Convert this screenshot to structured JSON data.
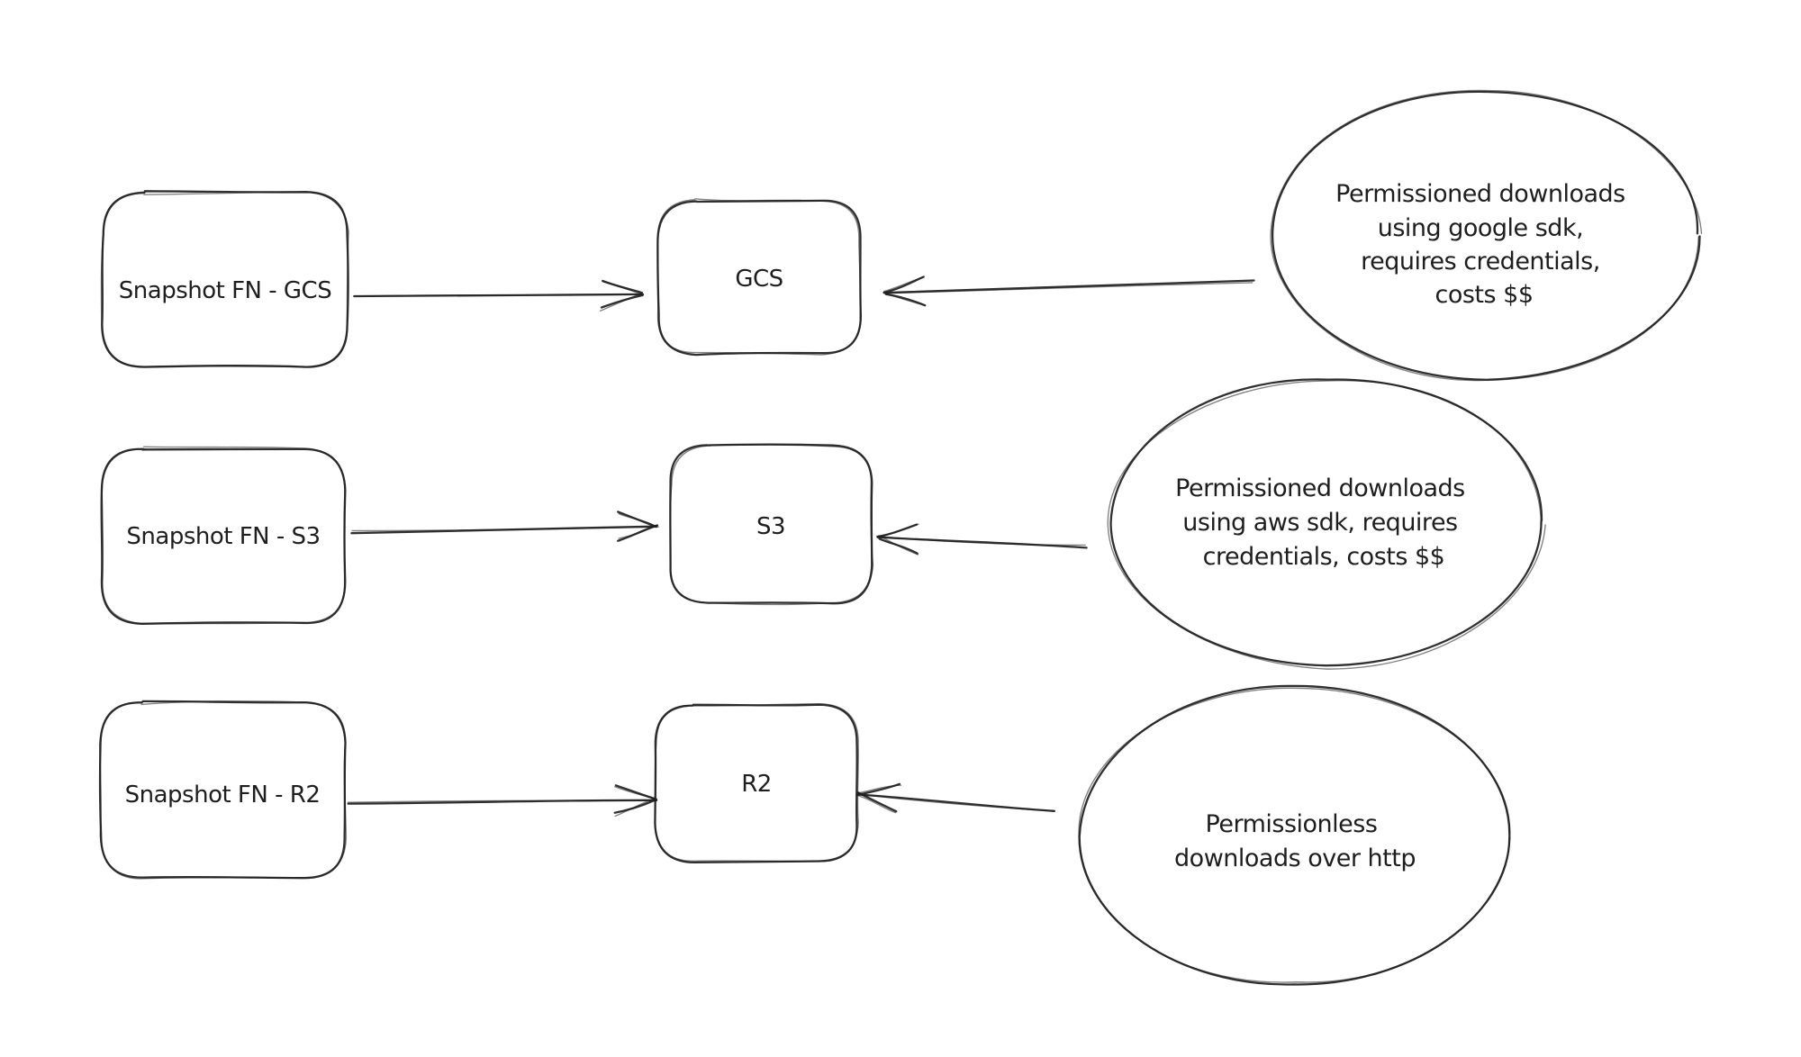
{
  "diagram": {
    "background_color": "#ffffff",
    "stroke_color": "#1e1e1e",
    "style": "hand-drawn-sketch"
  },
  "nodes": {
    "snapshot_gcs": {
      "label": "Snapshot FN - GCS"
    },
    "gcs": {
      "label": "GCS"
    },
    "snapshot_s3": {
      "label": "Snapshot FN - S3"
    },
    "s3": {
      "label": "S3"
    },
    "snapshot_r2": {
      "label": "Snapshot FN - R2"
    },
    "r2": {
      "label": "R2"
    }
  },
  "annotations": {
    "gcs": {
      "lines": [
        "Permissioned downloads",
        "using google sdk,",
        "requires credentials,",
        "costs $$"
      ],
      "full_text": "Permissioned downloads using google sdk, requires credentials, costs $$"
    },
    "s3": {
      "lines": [
        "Permissioned downloads",
        "using aws sdk, requires",
        "credentials, costs $$"
      ],
      "full_text": "Permissioned downloads using aws sdk, requires credentials, costs $$"
    },
    "r2": {
      "lines": [
        "Permissionless",
        "downloads over http"
      ],
      "full_text": "Permissionless downloads over http"
    }
  },
  "edges": [
    {
      "from": "Snapshot FN - GCS",
      "to": "GCS"
    },
    {
      "from": "Snapshot FN - S3",
      "to": "S3"
    },
    {
      "from": "Snapshot FN - R2",
      "to": "R2"
    },
    {
      "from": "annotation-gcs",
      "to": "GCS"
    },
    {
      "from": "annotation-s3",
      "to": "S3"
    },
    {
      "from": "annotation-r2",
      "to": "R2"
    }
  ]
}
